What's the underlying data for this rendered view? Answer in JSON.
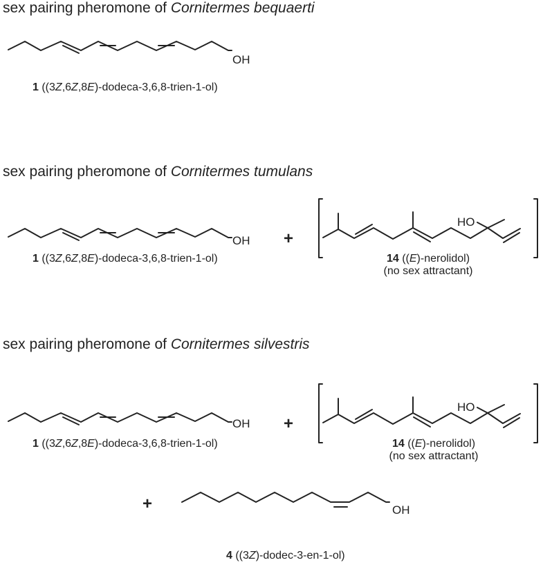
{
  "sections": [
    {
      "heading_prefix": "sex pairing pheromone of ",
      "heading_species": "Cornitermes bequaerti",
      "compound1": {
        "number": "1",
        "pre": " ((3",
        "z1": "Z",
        "mid1": ",6",
        "z2": "Z",
        "mid2": ",8",
        "e1": "E",
        "post": ")-dodeca-3,6,8-trien-1-ol)",
        "oh": "OH"
      }
    },
    {
      "heading_prefix": "sex pairing pheromone of ",
      "heading_species": "Cornitermes tumulans",
      "compound1": {
        "number": "1",
        "pre": " ((3",
        "z1": "Z",
        "mid1": ",6",
        "z2": "Z",
        "mid2": ",8",
        "e1": "E",
        "post": ")-dodeca-3,6,8-trien-1-ol)",
        "oh": "OH"
      },
      "plus": "+",
      "compound14": {
        "number": "14",
        "pre": " ((",
        "e": "E",
        "post": ")-nerolidol)",
        "note": "(no sex attractant)",
        "ho": "HO"
      }
    },
    {
      "heading_prefix": "sex pairing pheromone of ",
      "heading_species": "Cornitermes silvestris",
      "compound1": {
        "number": "1",
        "pre": " ((3",
        "z1": "Z",
        "mid1": ",6",
        "z2": "Z",
        "mid2": ",8",
        "e1": "E",
        "post": ")-dodeca-3,6,8-trien-1-ol)",
        "oh": "OH"
      },
      "plus": "+",
      "compound14": {
        "number": "14",
        "pre": " ((",
        "e": "E",
        "post": ")-nerolidol)",
        "note": "(no sex attractant)",
        "ho": "HO"
      },
      "plus2": "+",
      "compound4": {
        "number": "4",
        "pre": " ((3",
        "z": "Z",
        "post": ")-dodec-3-en-1-ol)",
        "oh": "OH"
      }
    }
  ]
}
